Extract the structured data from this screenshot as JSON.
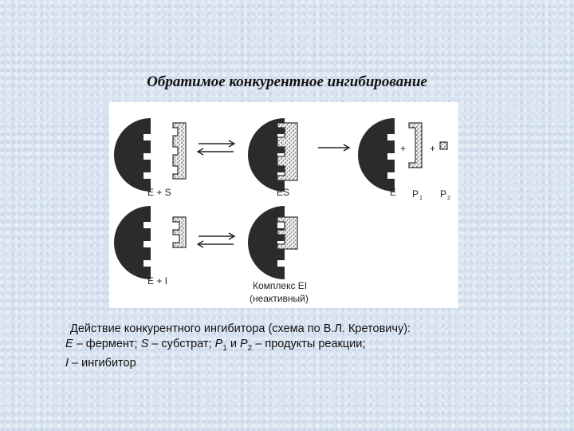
{
  "title": "Обратимое конкурентное ингибирование",
  "figure": {
    "label_es_pair": "E + S",
    "label_es": "ES",
    "label_e": "E",
    "label_p1": "P",
    "label_p1_sub": "1",
    "label_p2": "P",
    "label_p2_sub": "2",
    "label_plus": "+",
    "label_ei_pair": "E + I",
    "label_complex": "Комплекс EI",
    "label_inactive": "(неактивный)"
  },
  "caption": {
    "line1": "Действие конкурентного ингибитора  (схема по В.Л. Кретовичу):",
    "e_sym": "E",
    "e_desc": " – фермент; ",
    "s_sym": "S",
    "s_desc": " – субстрат; ",
    "p1_sym": "P",
    "p1_sub": "1",
    "and": " и ",
    "p2_sym": "P",
    "p2_sub": "2",
    "p_desc": " – продукты реакции;",
    "i_sym": "I",
    "i_desc": " – ингибитор"
  }
}
